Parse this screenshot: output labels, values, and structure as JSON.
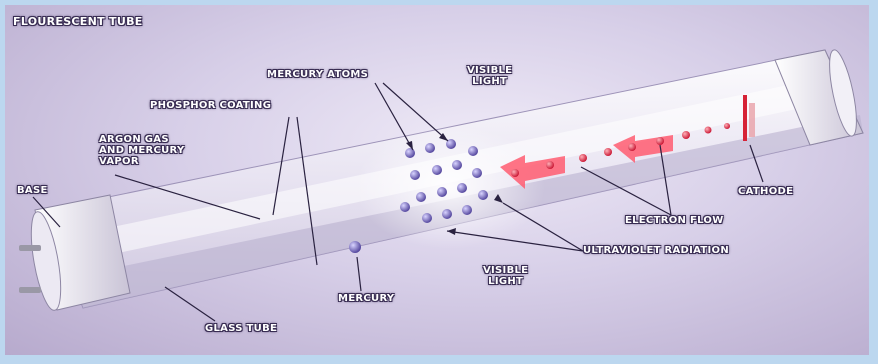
{
  "diagram": {
    "title": "FLOURESCENT TUBE",
    "labels": {
      "mercury_atoms": "MERCURY ATOMS",
      "visible_light_top": "VISIBLE\nLIGHT",
      "phosphor_coating": "PHOSPHOR COATING",
      "argon_gas": "ARGON GAS\nAND MERCURY\nVAPOR",
      "base": "BASE",
      "cathode": "CATHODE",
      "electron_flow": "ELECTRON FLOW",
      "ultraviolet_radiation": "ULTRAVIOLET RADIATION",
      "visible_light_bottom": "VISIBLE\nLIGHT",
      "mercury": "MERCURY",
      "glass_tube": "GLASS TUBE"
    },
    "colors": {
      "frame": "#bcd7ef",
      "background": "#d7cfe8",
      "tube_glass": "#f4f2f8",
      "phosphor": "#cfc8de",
      "atom": "#6a5fae",
      "electron": "#e0304a",
      "label_text": "#ffffff"
    }
  }
}
